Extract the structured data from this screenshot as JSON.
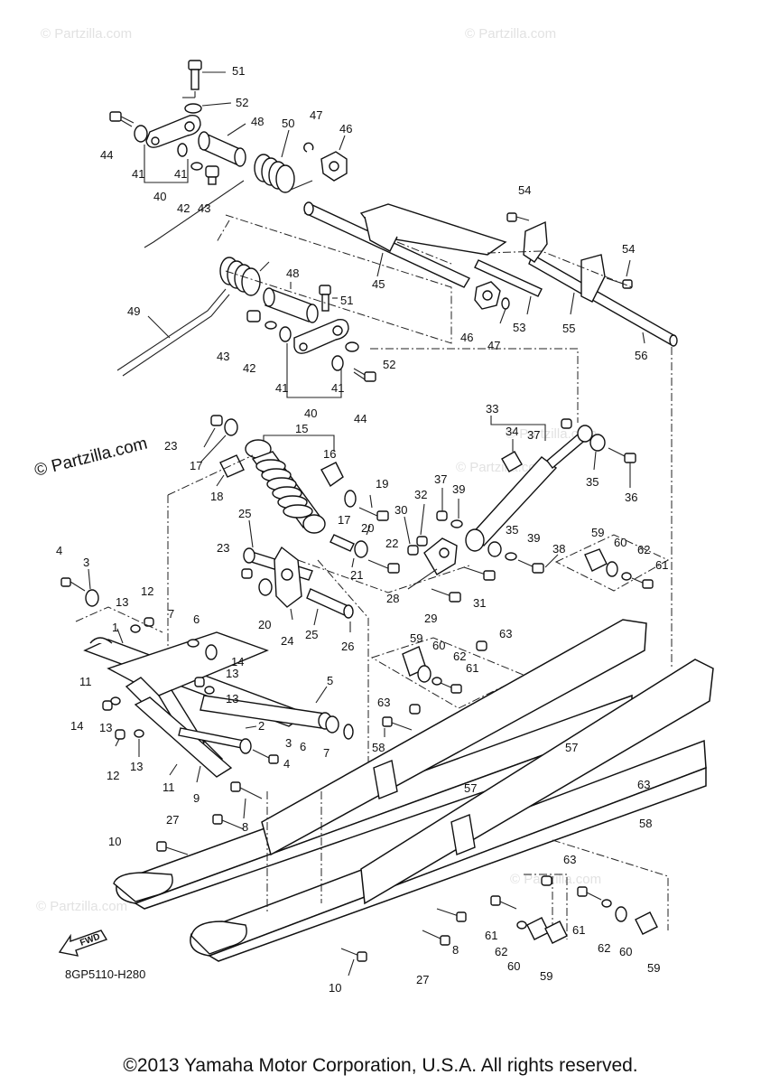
{
  "watermarks": {
    "top_left": "© Partzilla.com",
    "top_right": "© Partzilla.com",
    "mid": "© Partzilla.com",
    "mid_right": "© Partzilla.com",
    "bottom_left": "© Partzilla.com",
    "bottom_right": "© Partzilla.com",
    "main": "© Partzilla.com"
  },
  "diagram_code": "8GP5110-H280",
  "fwd_label": "FWD",
  "copyright": "©2013 Yamaha Motor Corporation, U.S.A. All rights reserved.",
  "callouts": {
    "c51a": "51",
    "c52a": "52",
    "c48a": "48",
    "c50": "50",
    "c47a": "47",
    "c46a": "46",
    "c44a": "44",
    "c41a": "41",
    "c41b": "41",
    "c40a": "40",
    "c42a": "42",
    "c43a": "43",
    "c54a": "54",
    "c54b": "54",
    "c45": "45",
    "c53": "53",
    "c55": "55",
    "c56": "56",
    "c46b": "46",
    "c47b": "47",
    "c48b": "48",
    "c51b": "51",
    "c49": "49",
    "c43b": "43",
    "c42b": "42",
    "c52b": "52",
    "c41c": "41",
    "c41d": "41",
    "c40b": "40",
    "c44b": "44",
    "c33": "33",
    "c34": "34",
    "c37a": "37",
    "c35a": "35",
    "c36": "36",
    "c15": "15",
    "c16": "16",
    "c23a": "23",
    "c17a": "17",
    "c18": "18",
    "c19": "19",
    "c17b": "17",
    "c32": "32",
    "c37b": "37",
    "c39a": "39",
    "c30": "30",
    "c20a": "20",
    "c22": "22",
    "c35b": "35",
    "c39b": "39",
    "c38": "38",
    "c59a": "59",
    "c60a": "60",
    "c62a": "62",
    "c61a": "61",
    "c25a": "25",
    "c21": "21",
    "c23b": "23",
    "c28": "28",
    "c31": "31",
    "c4a": "4",
    "c3a": "3",
    "c13a": "13",
    "c12a": "12",
    "c20b": "20",
    "c24": "24",
    "c25b": "25",
    "c26": "26",
    "c29": "29",
    "c7a": "7",
    "c6a": "6",
    "c1": "1",
    "c63a": "63",
    "c59b": "59",
    "c60b": "60",
    "c62b": "62",
    "c61b": "61",
    "c11a": "11",
    "c14a": "14",
    "c13b": "13",
    "c5": "5",
    "c14b": "14",
    "c13c": "13",
    "c63b": "63",
    "c2": "2",
    "c3b": "3",
    "c13d": "13",
    "c6b": "6",
    "c7b": "7",
    "c4b": "4",
    "c58a": "58",
    "c57a": "57",
    "c57b": "57",
    "c12b": "12",
    "c13e": "13",
    "c11b": "11",
    "c9": "9",
    "c63c": "63",
    "c27a": "27",
    "c8a": "8",
    "c58b": "58",
    "c10a": "10",
    "c63d": "63",
    "c61c": "61",
    "c62c": "62",
    "c60c": "60",
    "c59c": "59",
    "c61d": "61",
    "c62d": "62",
    "c60d": "60",
    "c59d": "59",
    "c8b": "8",
    "c27b": "27",
    "c10b": "10"
  }
}
